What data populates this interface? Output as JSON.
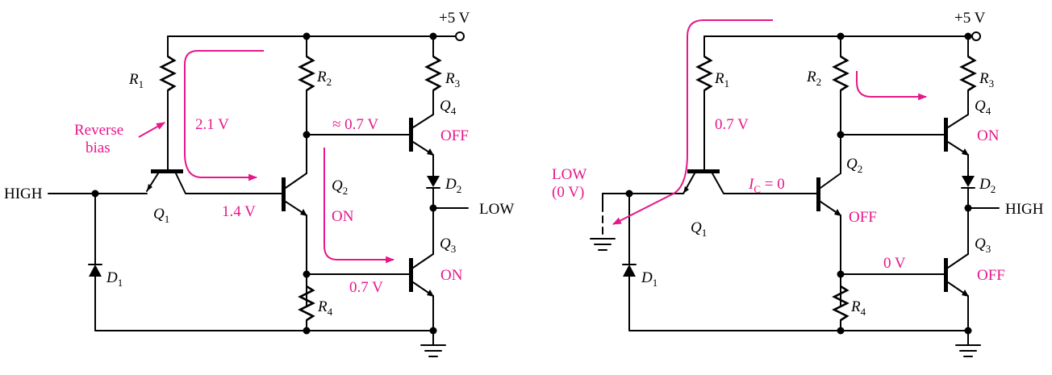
{
  "left": {
    "supply": "+5 V",
    "r1": "R",
    "r1_sub": "1",
    "r2": "R",
    "r2_sub": "2",
    "r3": "R",
    "r3_sub": "3",
    "r4": "R",
    "r4_sub": "4",
    "q1": "Q",
    "q1_sub": "1",
    "q2": "Q",
    "q2_sub": "2",
    "q3": "Q",
    "q3_sub": "3",
    "q4": "Q",
    "q4_sub": "4",
    "d1": "D",
    "d1_sub": "1",
    "d2": "D",
    "d2_sub": "2",
    "input": "HIGH",
    "output": "LOW",
    "reverse_line1": "Reverse",
    "reverse_line2": "bias",
    "v_q1_base": "2.1 V",
    "v_q2_base": "1.4 V",
    "v_q4_base": "≈ 0.7 V",
    "v_q3_base": "0.7 V",
    "q4_state": "OFF",
    "q2_state": "ON",
    "q3_state": "ON"
  },
  "right": {
    "supply": "+5 V",
    "r1": "R",
    "r1_sub": "1",
    "r2": "R",
    "r2_sub": "2",
    "r3": "R",
    "r3_sub": "3",
    "r4": "R",
    "r4_sub": "4",
    "q1": "Q",
    "q1_sub": "1",
    "q2": "Q",
    "q2_sub": "2",
    "q3": "Q",
    "q3_sub": "3",
    "q4": "Q",
    "q4_sub": "4",
    "d1": "D",
    "d1_sub": "1",
    "d2": "D",
    "d2_sub": "2",
    "input_line1": "LOW",
    "input_line2": "(0 V)",
    "output": "HIGH",
    "v_q1_base": "0.7 V",
    "ic_label": "I",
    "ic_sub": "C",
    "ic_value": " = 0",
    "v_q3_base": "0 V",
    "q4_state": "ON",
    "q2_state": "OFF",
    "q3_state": "OFF"
  },
  "colors": {
    "annotation": "#e6178a",
    "wire": "#000000"
  }
}
